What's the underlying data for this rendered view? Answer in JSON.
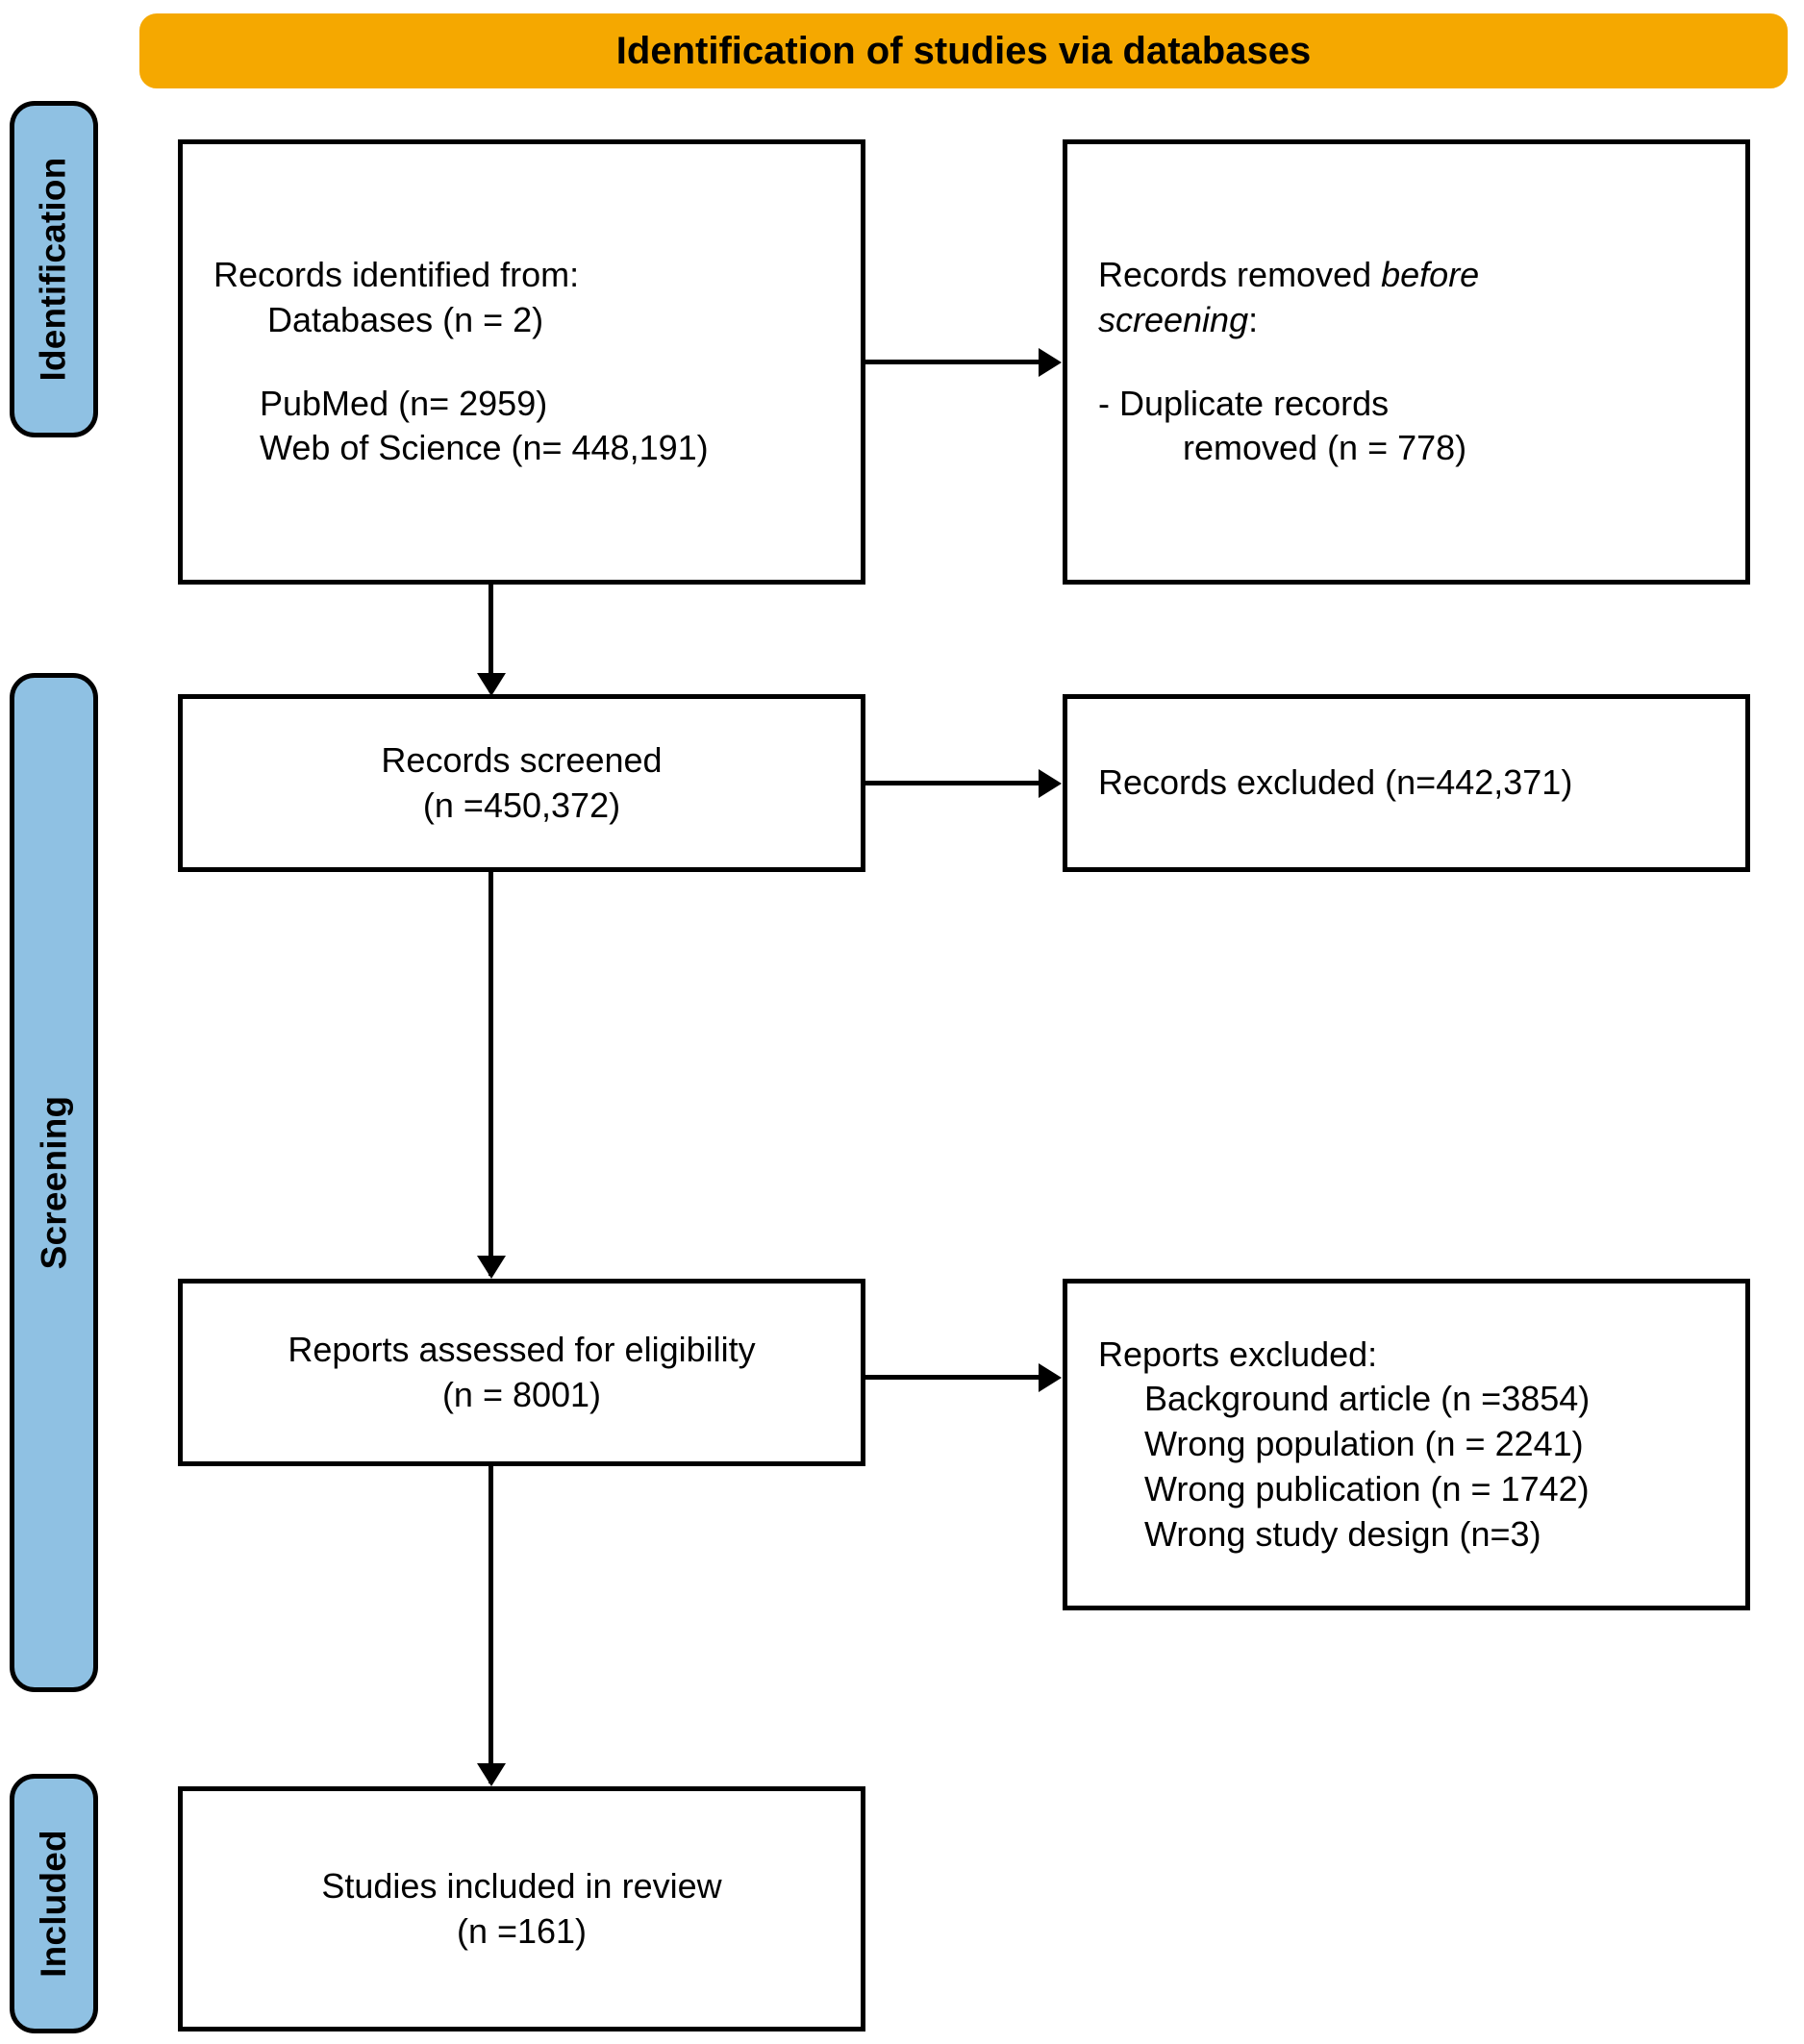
{
  "banner": {
    "title": "Identification of studies via databases"
  },
  "phases": [
    {
      "id": "identification",
      "label": "Identification"
    },
    {
      "id": "screening",
      "label": "Screening"
    },
    {
      "id": "included",
      "label": "Included"
    }
  ],
  "boxes": {
    "records_identified": {
      "line1": "Records identified from:",
      "line2": "Databases (n = 2)",
      "line3": "PubMed (n= 2959)",
      "line4": "Web of Science (n= 448,191)"
    },
    "records_removed": {
      "line1_a": "Records removed ",
      "line1_b": "before",
      "line2_italic": "screening",
      "line2_colon": ":",
      "line3": "- Duplicate records",
      "line4": "removed (n = 778)"
    },
    "records_screened": {
      "line1": "Records screened",
      "line2": "(n =450,372)"
    },
    "records_excluded": {
      "line1": "Records excluded (n=442,371)"
    },
    "reports_assessed": {
      "line1": "Reports assessed for eligibility",
      "line2": "(n = 8001)"
    },
    "reports_excluded": {
      "line1": "Reports excluded:",
      "line2": "Background article (n =3854)",
      "line3": "Wrong population (n = 2241)",
      "line4": "Wrong publication (n = 1742)",
      "line5": "Wrong study design (n=3)"
    },
    "studies_included": {
      "line1": "Studies included in review",
      "line2": "(n =161)"
    }
  },
  "colors": {
    "banner_fill": "#F5A800",
    "phase_fill": "#8FC1E3",
    "stroke": "#000000",
    "box_fill": "#FFFFFF"
  },
  "chart_data": {
    "type": "diagram",
    "title": "Identification of studies via databases",
    "flow": "PRISMA 2020 flow diagram",
    "nodes": [
      {
        "id": "records_identified",
        "phase": "Identification",
        "label": "Records identified from: Databases (n = 2); PubMed (n= 2959); Web of Science (n= 448,191)",
        "n_databases": 2,
        "n_pubmed": 2959,
        "n_web_of_science": 448191
      },
      {
        "id": "records_removed",
        "phase": "Identification",
        "label": "Records removed before screening: - Duplicate records removed (n = 778)",
        "n_duplicates_removed": 778
      },
      {
        "id": "records_screened",
        "phase": "Screening",
        "label": "Records screened (n =450,372)",
        "n": 450372
      },
      {
        "id": "records_excluded",
        "phase": "Screening",
        "label": "Records excluded (n=442,371)",
        "n": 442371
      },
      {
        "id": "reports_assessed",
        "phase": "Screening",
        "label": "Reports assessed for eligibility (n = 8001)",
        "n": 8001
      },
      {
        "id": "reports_excluded",
        "phase": "Screening",
        "label": "Reports excluded",
        "reasons": [
          {
            "reason": "Background article",
            "n": 3854
          },
          {
            "reason": "Wrong population",
            "n": 2241
          },
          {
            "reason": "Wrong publication",
            "n": 1742
          },
          {
            "reason": "Wrong study design",
            "n": 3
          }
        ]
      },
      {
        "id": "studies_included",
        "phase": "Included",
        "label": "Studies included in review (n =161)",
        "n": 161
      }
    ],
    "edges": [
      {
        "from": "records_identified",
        "to": "records_removed",
        "direction": "right"
      },
      {
        "from": "records_identified",
        "to": "records_screened",
        "direction": "down"
      },
      {
        "from": "records_screened",
        "to": "records_excluded",
        "direction": "right"
      },
      {
        "from": "records_screened",
        "to": "reports_assessed",
        "direction": "down"
      },
      {
        "from": "reports_assessed",
        "to": "reports_excluded",
        "direction": "right"
      },
      {
        "from": "reports_assessed",
        "to": "studies_included",
        "direction": "down"
      }
    ]
  }
}
